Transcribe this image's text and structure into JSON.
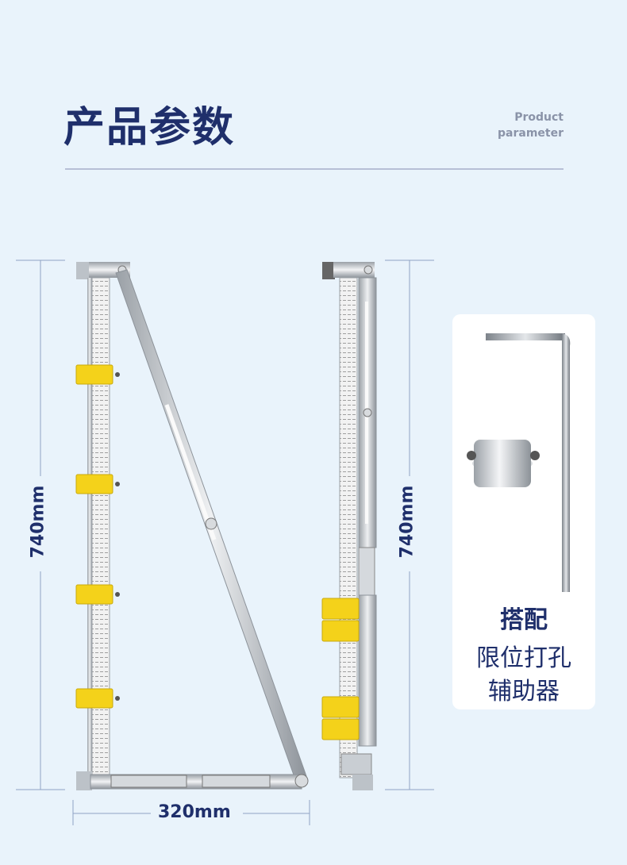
{
  "header": {
    "title": "产品参数",
    "subtitle_line1": "Product",
    "subtitle_line2": "parameter"
  },
  "dimensions": {
    "left_height": "740mm",
    "right_height": "740mm",
    "base_width": "320mm"
  },
  "accessory": {
    "heading": "搭配",
    "line1": "限位打孔",
    "line2": "辅助器"
  },
  "colors": {
    "background": "#e9f3fb",
    "title": "#1f2f6b",
    "clamp_yellow": "#f4d21a"
  }
}
